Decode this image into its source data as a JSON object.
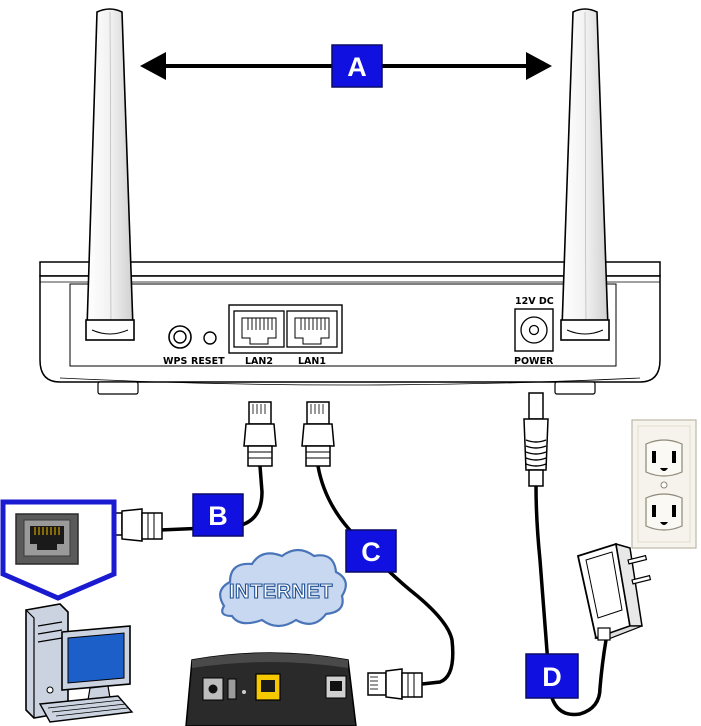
{
  "router": {
    "ports": {
      "wps": "WPS",
      "reset": "RESET",
      "lan2": "LAN2",
      "lan1": "LAN1",
      "power_rating": "12V DC",
      "power": "POWER"
    }
  },
  "callouts": {
    "a": "A",
    "b": "B",
    "c": "C",
    "d": "D"
  },
  "cloud_label": "INTERNET",
  "colors": {
    "callout_fill": "#1010e0",
    "callout_border": "#0a0a66",
    "cloud_fill": "#c8d8f0",
    "cloud_stroke": "#4a74b8",
    "device_dark": "#1c1c1c",
    "wall_plate": "#f6f3ec",
    "yellow_port": "#f5c800"
  }
}
